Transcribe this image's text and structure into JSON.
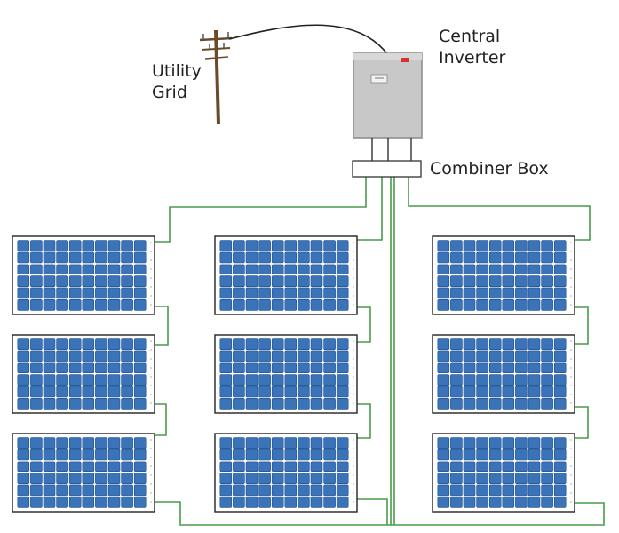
{
  "labels": {
    "utility_grid": [
      "Utility",
      "Grid"
    ],
    "central_inverter": [
      "Central",
      "Inverter"
    ],
    "combiner_box": "Combiner Box"
  },
  "layout": {
    "arrays": 3,
    "panels_per_array": 3,
    "cell_columns": 10,
    "cell_rows": 6
  },
  "colors": {
    "wire": "#4a9a4a",
    "cell": "#3b73b8",
    "cell_border": "#1e4f8a",
    "panel_frame": "#222222",
    "inverter_body": "#c8c8c8",
    "inverter_indicator": "#d9312b",
    "pole": "#6b4a2b"
  }
}
